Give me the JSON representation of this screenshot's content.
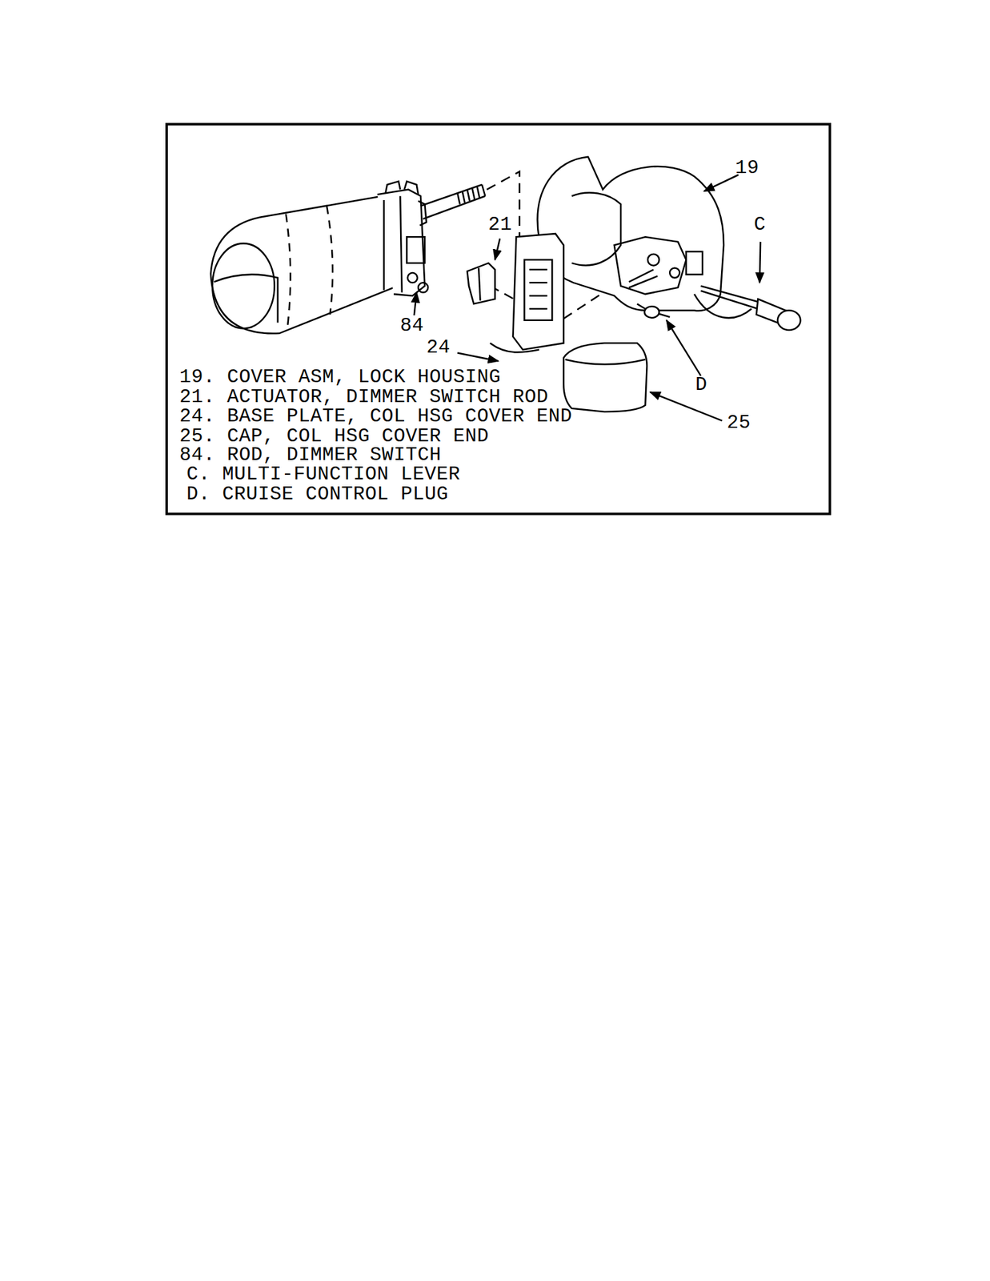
{
  "diagram": {
    "labels": [
      "19",
      "21",
      "C",
      "84",
      "24",
      "D",
      "25",
      "19. COVER ASM, LOCK HOUSING",
      "21. ACTUATOR, DIMMER SWITCH ROD",
      "24. BASE PLATE, COL HSG COVER END",
      "25. CAP, COL HSG COVER END",
      "84. ROD, DIMMER SWITCH",
      "C. MULTI-FUNCTION LEVER",
      "D. CRUISE CONTROL PLUG"
    ]
  }
}
